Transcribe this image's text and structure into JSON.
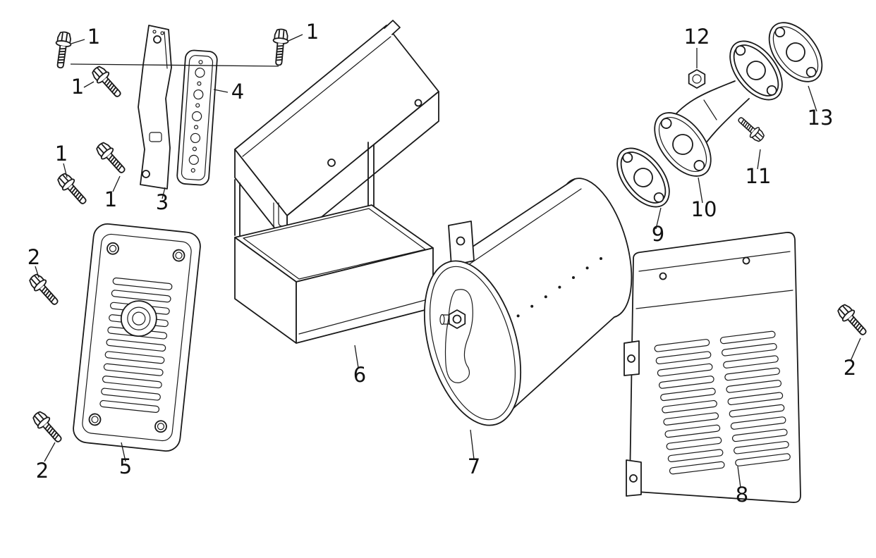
{
  "canvas": {
    "background": "#ffffff",
    "line_color": "#1a1a1a",
    "label_color": "#111111"
  },
  "callouts": [
    {
      "label": "1"
    },
    {
      "label": "1"
    },
    {
      "label": "1"
    },
    {
      "label": "1"
    },
    {
      "label": "1"
    },
    {
      "label": "2"
    },
    {
      "label": "2"
    },
    {
      "label": "2"
    },
    {
      "label": "3"
    },
    {
      "label": "4"
    },
    {
      "label": "5"
    },
    {
      "label": "6"
    },
    {
      "label": "7"
    },
    {
      "label": "8"
    },
    {
      "label": "9"
    },
    {
      "label": "10"
    },
    {
      "label": "11"
    },
    {
      "label": "12"
    },
    {
      "label": "13"
    }
  ]
}
